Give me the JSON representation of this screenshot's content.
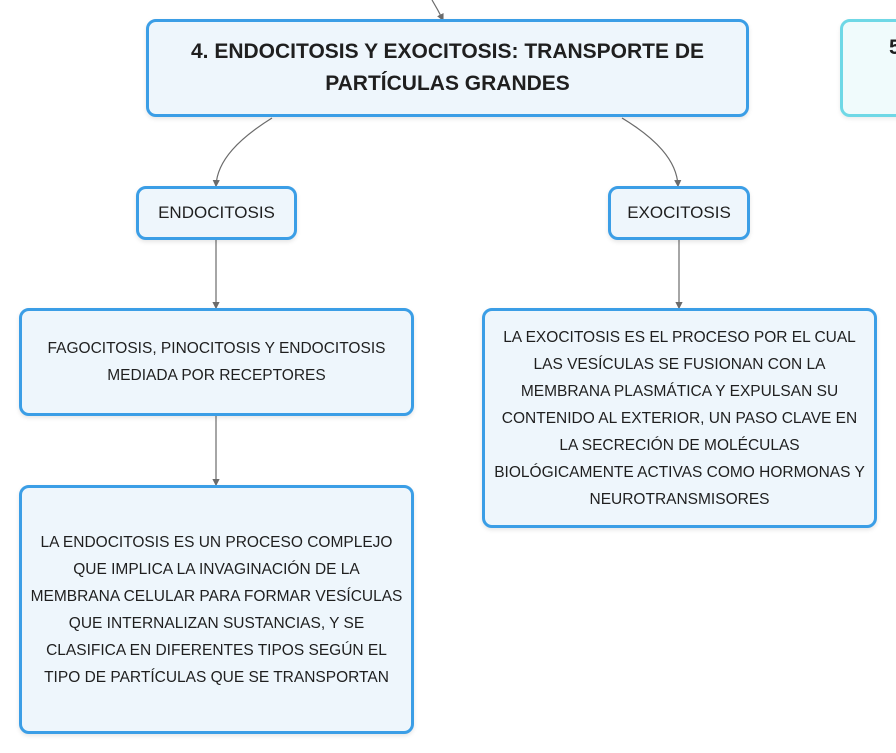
{
  "nodes": {
    "main": "4. ENDOCITOSIS Y EXOCITOSIS: TRANSPORTE DE PARTÍCULAS GRANDES",
    "endocitosis": "ENDOCITOSIS",
    "exocitosis": "EXOCITOSIS",
    "types": "FAGOCITOSIS, PINOCITOSIS Y ENDOCITOSIS MEDIADA POR RECEPTORES",
    "endo_description": "LA ENDOCITOSIS ES UN PROCESO COMPLEJO QUE IMPLICA LA INVAGINACIÓN DE LA MEMBRANA CELULAR PARA FORMAR VESÍCULAS QUE INTERNALIZAN SUSTANCIAS, Y SE CLASIFICA EN DIFERENTES TIPOS SEGÚN EL TIPO DE PARTÍCULAS QUE SE TRANSPORTAN",
    "exo_description": "LA EXOCITOSIS ES EL PROCESO POR EL CUAL LAS VESÍCULAS SE FUSIONAN CON LA MEMBRANA PLASMÁTICA Y EXPULSAN SU CONTENIDO AL EXTERIOR, UN PASO CLAVE EN LA SECRECIÓN DE MOLÉCULAS BIOLÓGICAMENTE ACTIVAS COMO HORMONAS Y NEUROTRANSMISORES",
    "next_partial": "5"
  },
  "colors": {
    "node_border": "#3b9ee6",
    "node_fill": "#eef6fc",
    "partial_node_border": "#6fd8e6",
    "connector": "#6b6b6b"
  }
}
